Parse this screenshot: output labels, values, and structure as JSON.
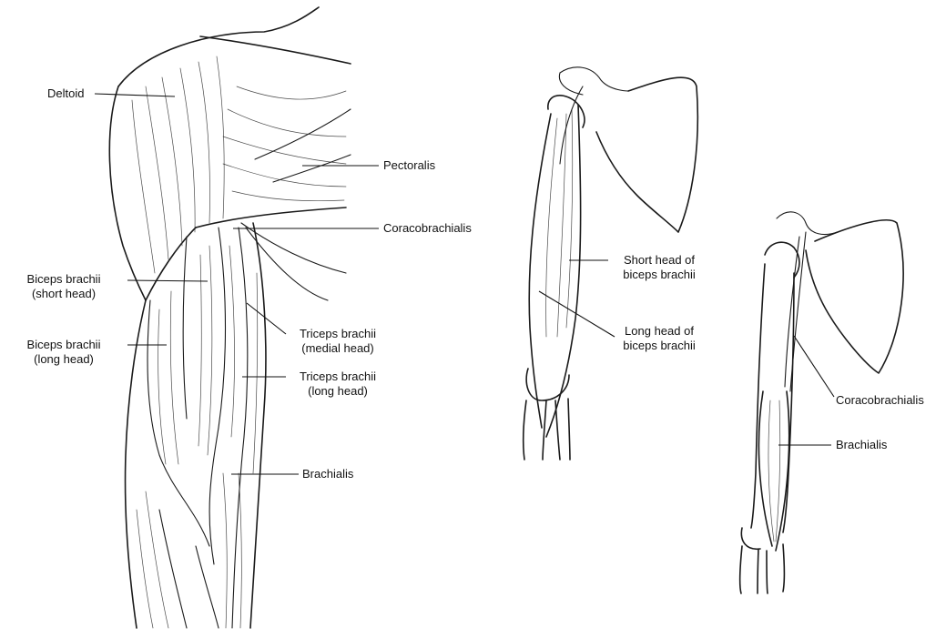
{
  "labels": {
    "deltoid": "Deltoid",
    "pectoralis": "Pectoralis",
    "coracobrachialis_main": "Coracobrachialis",
    "biceps_short_1": "Biceps brachii",
    "biceps_short_2": "(short head)",
    "biceps_long_1": "Biceps brachii",
    "biceps_long_2": "(long head)",
    "triceps_medial_1": "Triceps brachii",
    "triceps_medial_2": "(medial head)",
    "triceps_long_1": "Triceps brachii",
    "triceps_long_2": "(long head)",
    "brachialis_main": "Brachialis",
    "short_head_1": "Short head of",
    "short_head_2": "biceps brachii",
    "long_head_1": "Long head of",
    "long_head_2": "biceps brachii",
    "coracobrachialis_right": "Coracobrachialis",
    "brachialis_right": "Brachialis"
  }
}
